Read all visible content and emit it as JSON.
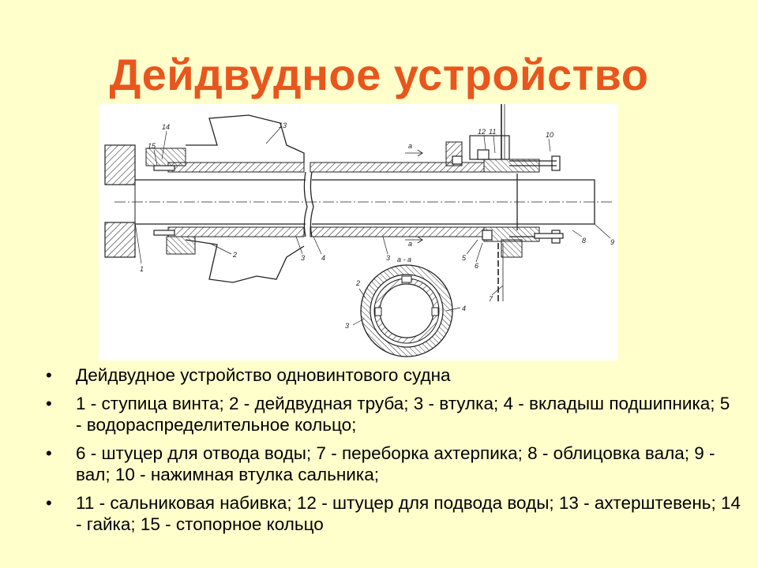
{
  "slide": {
    "title": "Дейдвудное устройство"
  },
  "figure": {
    "callouts": [
      "1",
      "2",
      "3",
      "4",
      "3",
      "5",
      "6",
      "7",
      "8",
      "9",
      "10",
      "11",
      "12",
      "13",
      "14",
      "15"
    ],
    "section_callouts": [
      "2",
      "3",
      "4"
    ],
    "section_mark": "а - а",
    "section_arrow_mark": "а"
  },
  "caption": {
    "items": [
      "Дейдвудное устройство одновинтового судна",
      "1 - ступица винта; 2 - дейдвудная труба; 3 - втулка; 4 - вкладыш подшипника; 5 - водораспределительное кольцо;",
      "6 - штуцер для отвода воды; 7 - переборка ахтерпика; 8 - облицовка вала; 9 - вал; 10 - нажимная втулка сальника;",
      "11 - сальниковая набивка; 12 - штуцер для подвода воды; 13 - ахтерштевень; 14 - гайка; 15 - стопорное кольцо"
    ]
  },
  "colors": {
    "background": "#FFFFCC",
    "title": "#E8561E",
    "drawing_ink": "#222222"
  }
}
